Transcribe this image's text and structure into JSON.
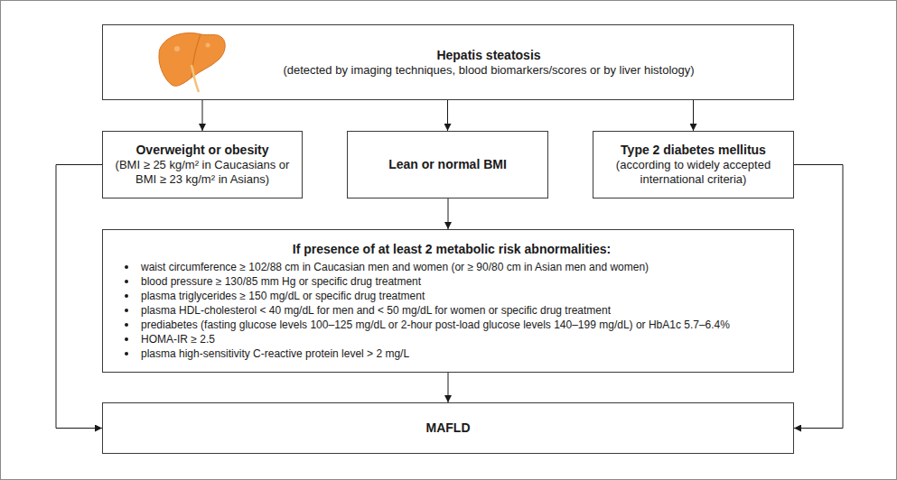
{
  "diagram": {
    "nodes": [
      {
        "text": [
          "Hepatis steatosis",
          "(detected by imaging techniques, blood biomarkers/scores or by liver histology)"
        ]
      },
      {
        "text": [
          "Overweight or obesity",
          "(BMI ≥ 25 kg/m² in Caucasians or BMI ≥ 23 kg/m² in Asians)"
        ]
      },
      {
        "text": [
          "Lean or normal BMI"
        ]
      },
      {
        "text": [
          "Type 2 diabetes mellitus",
          "(according to widely accepted international criteria)"
        ]
      },
      {
        "text": [
          "If presence of at least 2 metabolic risk abnormalities:",
          "waist circumference ≥ 102/88 cm in Caucasian men and women (or ≥ 90/80 cm in Asian men and women)",
          "blood pressure ≥ 130/85 mm Hg or specific drug treatment",
          "plasma triglycerides ≥ 150 mg/dL or specific drug treatment",
          "plasma HDL-cholesterol < 40 mg/dL for men and < 50 mg/dL for women or specific drug treatment",
          "prediabetes (fasting glucose levels 100–125 mg/dL or 2-hour post-load glucose levels 140–199 mg/dL) or HbA1c 5.7–6.4%",
          "HOMA-IR ≥ 2.5",
          "plasma high-sensitivity C-reactive protein level > 2 mg/L"
        ]
      },
      {
        "text": [
          "MAFLD"
        ]
      }
    ],
    "edges": [
      {
        "from": 0,
        "to": 1,
        "arrow": "to"
      },
      {
        "from": 0,
        "to": 2,
        "arrow": "to"
      },
      {
        "from": 0,
        "to": 3,
        "arrow": "to"
      },
      {
        "from": 1,
        "to": 5,
        "arrow": "to"
      },
      {
        "from": 2,
        "to": 4,
        "arrow": "to"
      },
      {
        "from": 3,
        "to": 5,
        "arrow": "to"
      },
      {
        "from": 4,
        "to": 5,
        "arrow": "to"
      }
    ]
  }
}
